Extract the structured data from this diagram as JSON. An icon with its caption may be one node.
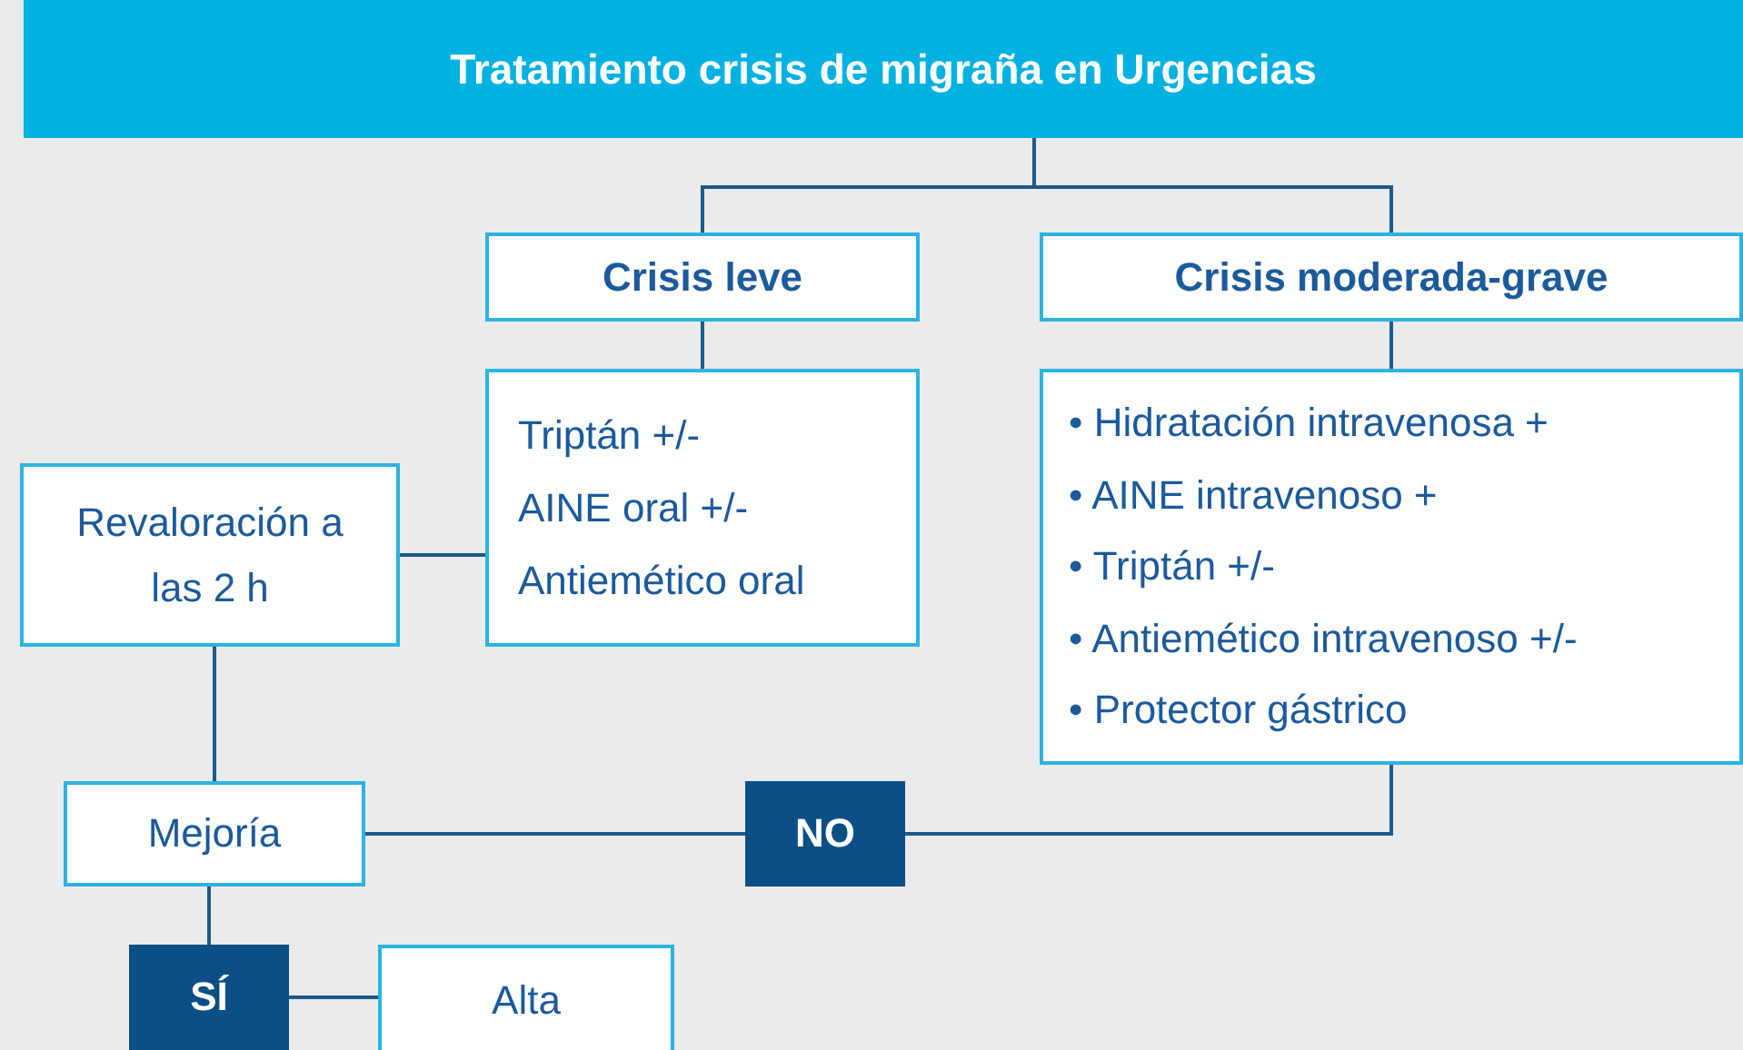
{
  "diagram": {
    "nodes": [
      {
        "text": [
          "Tratamiento crisis de migraña en Urgencias"
        ]
      },
      {
        "text": [
          "Crisis leve"
        ]
      },
      {
        "text": [
          "Crisis moderada-grave"
        ]
      },
      {
        "text": [
          "Triptán +/-",
          "AINE oral +/-",
          "Antiemético oral"
        ]
      },
      {
        "text": [
          "Revaloración a las 2 h"
        ]
      },
      {
        "text": [
          "• Hidratación intravenosa +",
          "• AINE intravenoso +",
          "• Triptán +/-",
          "• Antiemético intravenoso +/-",
          "• Protector gástrico"
        ]
      },
      {
        "text": [
          "Mejoría"
        ]
      },
      {
        "text": [
          "NO"
        ]
      },
      {
        "text": [
          "SÍ"
        ]
      },
      {
        "text": [
          "Alta"
        ]
      }
    ],
    "edges": [
      {
        "from": 0,
        "to": 1,
        "arrow": "none"
      },
      {
        "from": 0,
        "to": 2,
        "arrow": "none"
      },
      {
        "from": 1,
        "to": 3,
        "arrow": "none"
      },
      {
        "from": 2,
        "to": 5,
        "arrow": "none"
      },
      {
        "from": 3,
        "to": 4,
        "arrow": "none"
      },
      {
        "from": 4,
        "to": 6,
        "arrow": "none"
      },
      {
        "from": 6,
        "to": 7,
        "arrow": "none"
      },
      {
        "from": 7,
        "to": 5,
        "arrow": "none"
      },
      {
        "from": 6,
        "to": 8,
        "arrow": "none"
      },
      {
        "from": 8,
        "to": 9,
        "arrow": "none"
      }
    ]
  }
}
